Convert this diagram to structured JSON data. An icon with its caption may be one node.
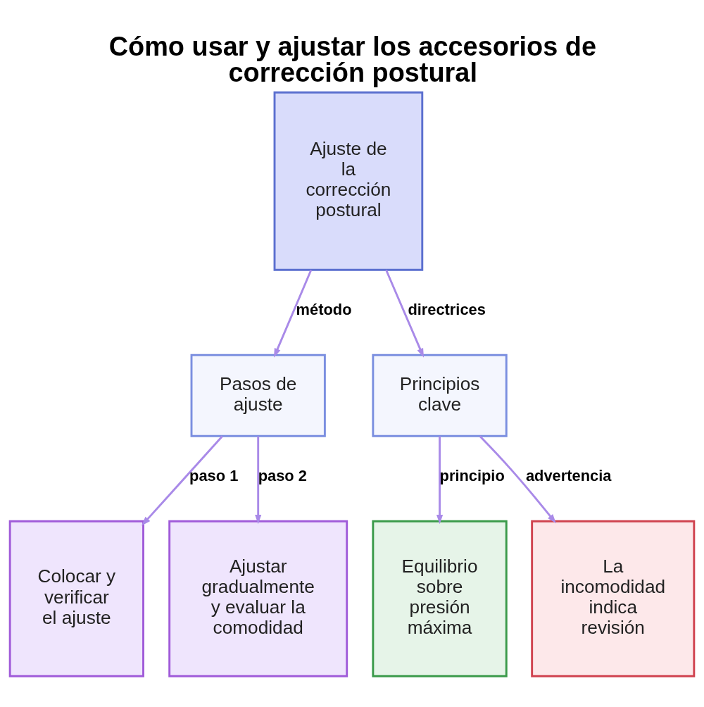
{
  "diagram": {
    "title": "Cómo usar y ajustar los accesorios de corrección postural",
    "nodes": [
      {
        "text": [
          "Ajuste de la corrección postural"
        ]
      },
      {
        "text": [
          "Pasos de ajuste"
        ]
      },
      {
        "text": [
          "Principios clave"
        ]
      },
      {
        "text": [
          "Colocar y verificar el ajuste"
        ]
      },
      {
        "text": [
          "Ajustar gradualmente y evaluar la comodidad"
        ]
      },
      {
        "text": [
          "Equilibrio sobre presión máxima"
        ]
      },
      {
        "text": [
          "La incomodidad indica revisión"
        ]
      }
    ],
    "edges": [
      {
        "from": 0,
        "to": 1,
        "arrow": "to",
        "label": "método"
      },
      {
        "from": 0,
        "to": 2,
        "arrow": "to",
        "label": "directrices"
      },
      {
        "from": 1,
        "to": 3,
        "arrow": "to",
        "label": "paso 1"
      },
      {
        "from": 1,
        "to": 4,
        "arrow": "to",
        "label": "paso 2"
      },
      {
        "from": 2,
        "to": 5,
        "arrow": "to",
        "label": "principio"
      },
      {
        "from": 2,
        "to": 6,
        "arrow": "to",
        "label": "advertencia"
      }
    ]
  }
}
